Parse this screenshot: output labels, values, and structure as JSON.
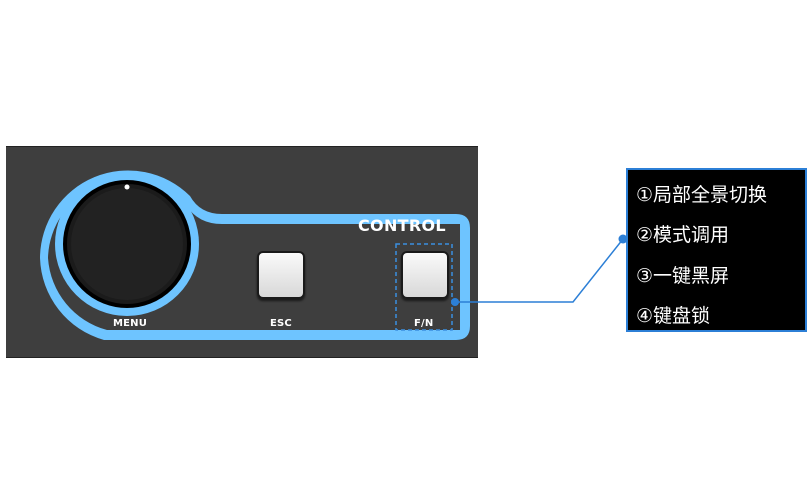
{
  "panel": {
    "section_title": "CONTROL",
    "knob_label": "MENU",
    "esc_label": "ESC",
    "fn_label": "F/N",
    "accent_color": "#6ec4ff",
    "body_color": "#3e3e3e"
  },
  "callout": {
    "border_color": "#2c7fd6",
    "items": [
      "①局部全景切换",
      "②模式调用",
      "③一键黑屏",
      "④键盘锁"
    ]
  }
}
